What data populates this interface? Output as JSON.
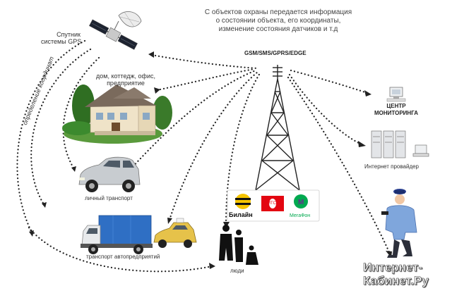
{
  "texts": {
    "info_line1": "С объектов охраны передается информация",
    "info_line2": "о состоянии объекта, его координаты,",
    "info_line3": "изменение состояния датчиков и т.д",
    "protocols": "GSM/SMS/GPRS/EDGE",
    "satellite_line1": "Спутник",
    "satellite_line2": "системы GPS",
    "gps_vertical": "определение координат",
    "house_line1": "дом, коттедж, офис,",
    "house_line2": "предприятие",
    "car": "личный транспорт",
    "fleet": "транспорт автопредприятий",
    "people": "люди",
    "monitoring_line1": "ЦЕНТР",
    "monitoring_line2": "МОНИТОРИНГА",
    "provider": "Интернет провайдер",
    "beeline": "Билайн",
    "mts": "МТС",
    "megafon": "МегаФон",
    "watermark_line1": "Интернет-",
    "watermark_line2": "Кабинет.Ру"
  },
  "colors": {
    "beeline_yellow": "#f5c400",
    "mts_red": "#e30611",
    "megafon_green": "#00a94f",
    "megafon_purple": "#6b2c91",
    "truck_blue": "#2f6fc4",
    "car_silver": "#c8ccd0",
    "roof": "#7a6a5c",
    "grass": "#3c8a2e"
  }
}
